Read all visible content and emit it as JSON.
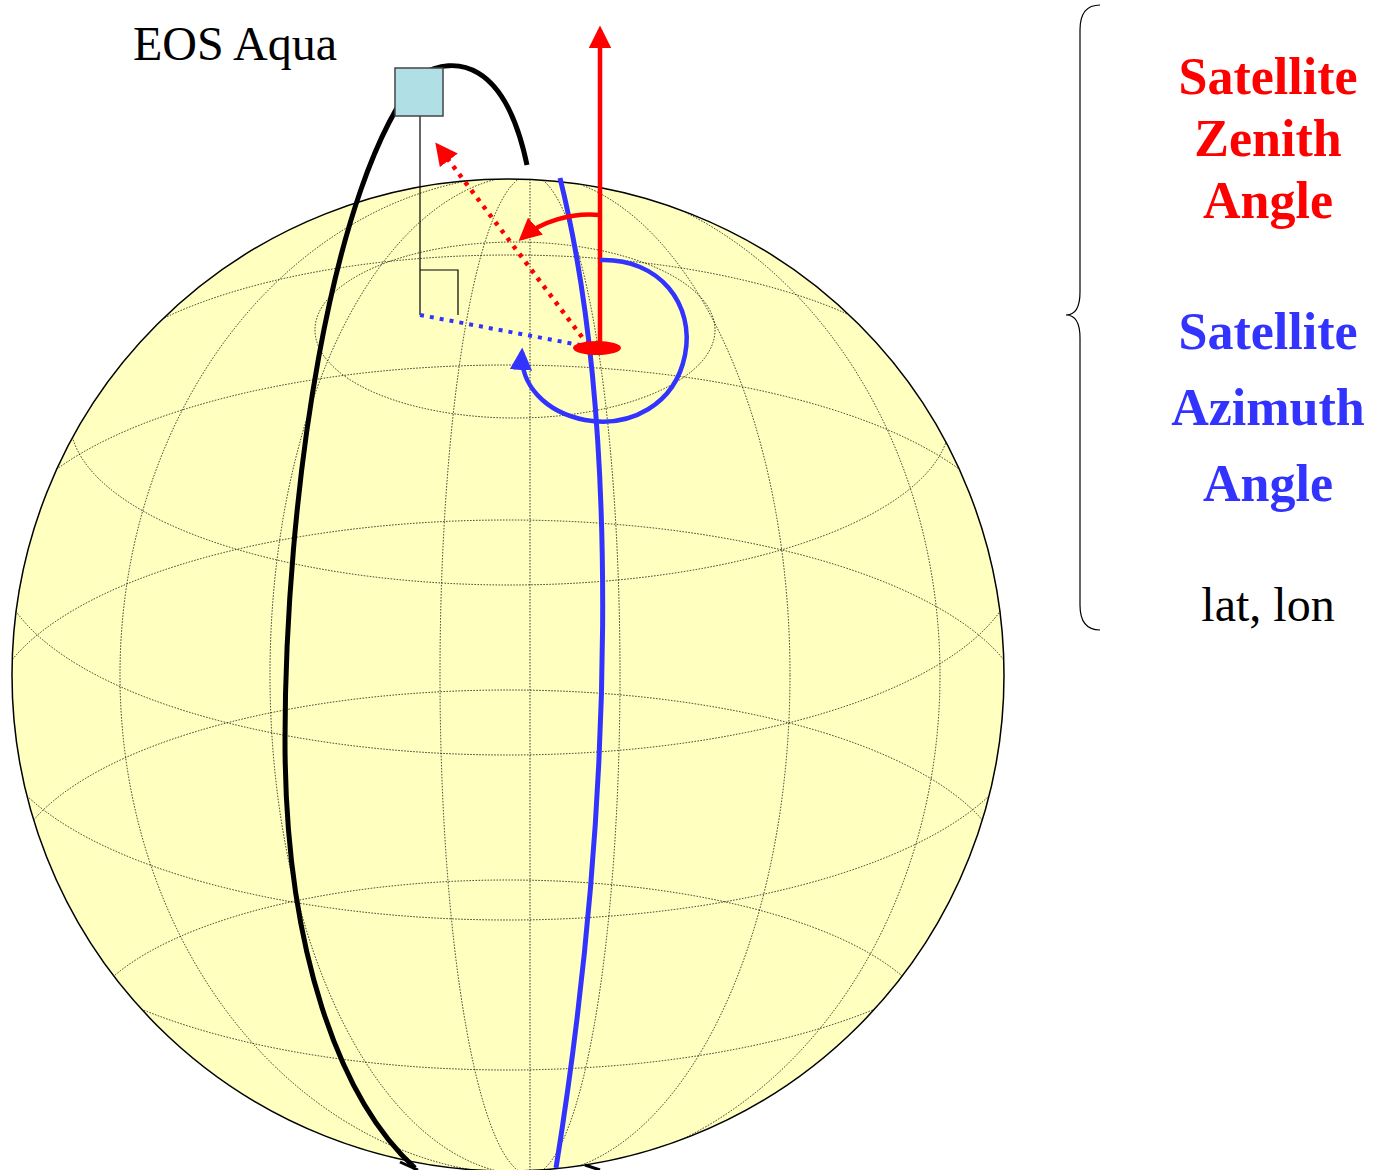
{
  "diagram": {
    "labels": [
      "EOS Aqua",
      "Satellite Zenith Angle",
      "Satellite Azimuth Angle",
      "lat, lon"
    ]
  }
}
